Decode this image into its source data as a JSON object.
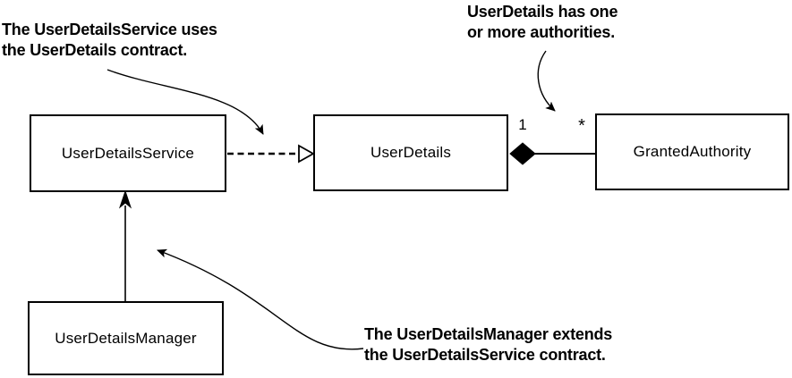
{
  "diagram": {
    "kind": "uml-class-diagram",
    "boxes": {
      "service": {
        "label": "UserDetailsService"
      },
      "details": {
        "label": "UserDetails"
      },
      "authority": {
        "label": "GrantedAuthority"
      },
      "manager": {
        "label": "UserDetailsManager"
      }
    },
    "relations": [
      {
        "type": "realization",
        "from": "UserDetailsService",
        "to": "UserDetails",
        "style": "dashed-line-hollow-triangle"
      },
      {
        "type": "composition",
        "from": "UserDetails",
        "to": "GrantedAuthority",
        "style": "solid-line-filled-diamond",
        "from_multiplicity": "1",
        "to_multiplicity": "*"
      },
      {
        "type": "extension",
        "from": "UserDetailsManager",
        "to": "UserDetailsService",
        "style": "solid-line-filled-arrow"
      }
    ],
    "multiplicity": {
      "one": "1",
      "many": "*"
    },
    "annotations": {
      "uses_note": "The UserDetailsService uses\nthe UserDetails contract.",
      "authorities_note": "UserDetails has one\nor more authorities.",
      "extends_note": "The UserDetailsManager extends\nthe UserDetailsService contract."
    },
    "colors": {
      "ink": "#000000",
      "background": "#ffffff"
    }
  }
}
